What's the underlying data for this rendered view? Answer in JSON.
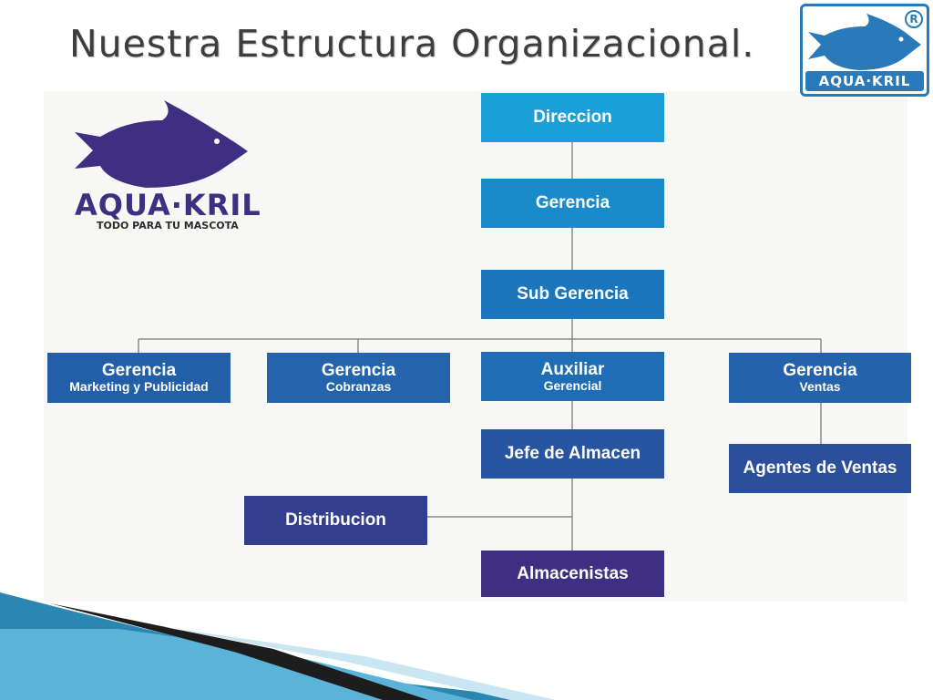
{
  "slide": {
    "title": "Nuestra Estructura Organizacional."
  },
  "logo_top_right": {
    "brand": "AQUA·KRIL",
    "registered_mark": "R",
    "colors": {
      "primary": "#2a79b8"
    }
  },
  "logo_left": {
    "brand": "AQUA·KRIL",
    "tagline": "TODO PARA TU MASCOTA",
    "colors": {
      "primary": "#3f2f82"
    }
  },
  "org_chart": {
    "direccion": {
      "label": "Direccion",
      "color": "#1a9fd8"
    },
    "gerencia": {
      "label": "Gerencia",
      "color": "#198bcb"
    },
    "sub_gerencia": {
      "label": "Sub Gerencia",
      "color": "#1c76bd"
    },
    "gerencia_marketing": {
      "label": "Gerencia",
      "sub": "Marketing y Publicidad",
      "color": "#225fa8"
    },
    "gerencia_cobranzas": {
      "label": "Gerencia",
      "sub": "Cobranzas",
      "color": "#2364ad"
    },
    "auxiliar_gerencial": {
      "label": "Auxiliar",
      "sub": "Gerencial",
      "color": "#1f6db5"
    },
    "gerencia_ventas": {
      "label": "Gerencia",
      "sub": "Ventas",
      "color": "#2462ab"
    },
    "jefe_almacen": {
      "label": "Jefe de Almacen",
      "color": "#27559f"
    },
    "agentes_ventas": {
      "label": "Agentes de Ventas",
      "color": "#2b4f9b"
    },
    "distribucion": {
      "label": "Distribucion",
      "color": "#333f8e"
    },
    "almacenistas": {
      "label": "Almacenistas",
      "color": "#3f2f82"
    },
    "connector_color": "#8a8a8a"
  }
}
